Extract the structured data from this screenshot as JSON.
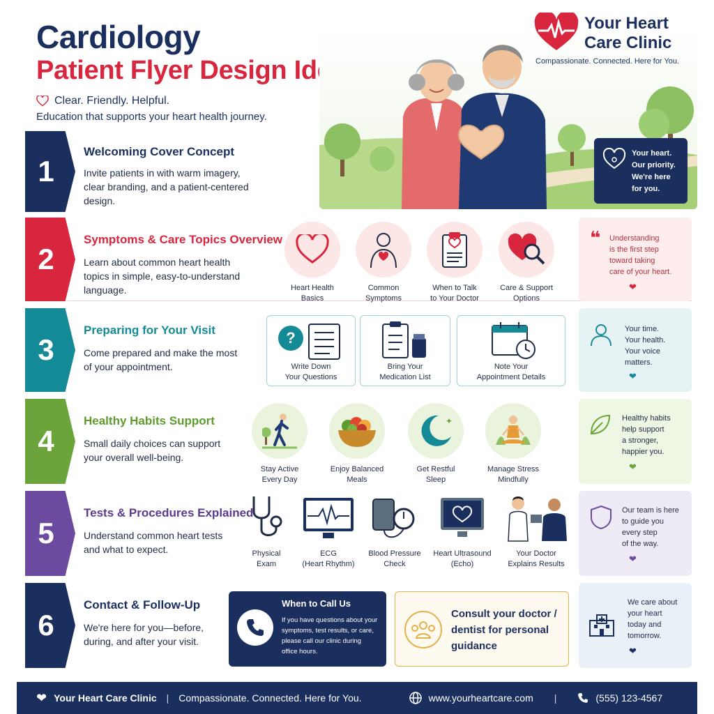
{
  "header": {
    "title_line1": "Cardiology",
    "title_line2": "Patient Flyer Design Ideas",
    "tagline": "Clear. Friendly. Helpful.",
    "subtitle": "Education that supports your heart health journey."
  },
  "brand": {
    "name": "Your Heart Care Clinic",
    "tagline": "Compassionate. Connected. Here for You."
  },
  "hero_card": {
    "line1": "Your heart.",
    "line2": "Our priority.",
    "line3": "We're here",
    "line4": "for you."
  },
  "colors": {
    "navy": "#1b2f5e",
    "red": "#d7263d",
    "teal": "#138a96",
    "green": "#6aa43a",
    "purple": "#6b4aa0"
  },
  "sections": [
    {
      "number": "1",
      "title": "Welcoming Cover Concept",
      "desc": [
        "Invite patients in with warm imagery,",
        "clear branding, and a patient-centered",
        "design."
      ]
    },
    {
      "number": "2",
      "title": "Symptoms & Care Topics Overview",
      "desc": [
        "Learn about common heart health",
        "topics in simple, easy-to-understand",
        "language."
      ],
      "items": [
        {
          "icon": "heart-icon",
          "label": [
            "Heart Health",
            "Basics"
          ]
        },
        {
          "icon": "person-chest-icon",
          "label": [
            "Common",
            "Symptoms"
          ]
        },
        {
          "icon": "clipboard-heart-icon",
          "label": [
            "When to Talk",
            "to Your Doctor"
          ]
        },
        {
          "icon": "heart-magnifier-icon",
          "label": [
            "Care & Support",
            "Options"
          ]
        }
      ],
      "side": [
        "Understanding",
        "is the first step",
        "toward taking",
        "care of your heart."
      ]
    },
    {
      "number": "3",
      "title": "Preparing for Your Visit",
      "desc": [
        "Come prepared and make the most",
        "of your appointment."
      ],
      "items": [
        {
          "icon": "question-checklist-icon",
          "label": [
            "Write Down",
            "Your Questions"
          ]
        },
        {
          "icon": "medication-list-icon",
          "label": [
            "Bring Your",
            "Medication List"
          ]
        },
        {
          "icon": "calendar-clock-icon",
          "label": [
            "Note Your",
            "Appointment Details"
          ]
        }
      ],
      "side": [
        "Your time.",
        "Your health.",
        "Your voice",
        "matters."
      ]
    },
    {
      "number": "4",
      "title": "Healthy Habits Support",
      "desc": [
        "Small daily choices can support",
        "your overall well-being."
      ],
      "items": [
        {
          "icon": "walking-person-icon",
          "label": [
            "Stay Active",
            "Every Day"
          ]
        },
        {
          "icon": "food-bowl-icon",
          "label": [
            "Enjoy Balanced",
            "Meals"
          ]
        },
        {
          "icon": "moon-icon",
          "label": [
            "Get Restful",
            "Sleep"
          ]
        },
        {
          "icon": "meditation-icon",
          "label": [
            "Manage Stress",
            "Mindfully"
          ]
        }
      ],
      "side": [
        "Healthy habits",
        "help support",
        "a stronger,",
        "happier you."
      ]
    },
    {
      "number": "5",
      "title": "Tests & Procedures Explained",
      "desc": [
        "Understand common heart tests",
        "and what to expect."
      ],
      "items": [
        {
          "icon": "stethoscope-icon",
          "label": [
            "Physical",
            "Exam"
          ]
        },
        {
          "icon": "ecg-monitor-icon",
          "label": [
            "ECG",
            "(Heart Rhythm)"
          ]
        },
        {
          "icon": "blood-pressure-icon",
          "label": [
            "Blood Pressure",
            "Check"
          ]
        },
        {
          "icon": "ultrasound-icon",
          "label": [
            "Heart Ultrasound",
            "(Echo)"
          ]
        },
        {
          "icon": "doctor-patient-icon",
          "label": [
            "Your Doctor",
            "Explains Results"
          ]
        }
      ],
      "side": [
        "Our team is here",
        "to guide you",
        "every step",
        "of the way."
      ]
    },
    {
      "number": "6",
      "title": "Contact & Follow-Up",
      "desc": [
        "We're here for you—before,",
        "during, and after your visit."
      ],
      "call": {
        "title": "When to Call Us",
        "text": [
          "If you have questions about your",
          "symptoms, test results, or care,",
          "please call our clinic during",
          "office hours."
        ]
      },
      "consult": [
        "Consult your doctor /",
        "dentist for personal",
        "guidance"
      ],
      "side": [
        "We care about",
        "your heart",
        "today and",
        "tomorrow."
      ]
    }
  ],
  "footer": {
    "clinic": "Your Heart Care Clinic",
    "tagline": "Compassionate. Connected. Here for You.",
    "website": "www.yourheartcare.com",
    "phone": "(555) 123-4567"
  }
}
